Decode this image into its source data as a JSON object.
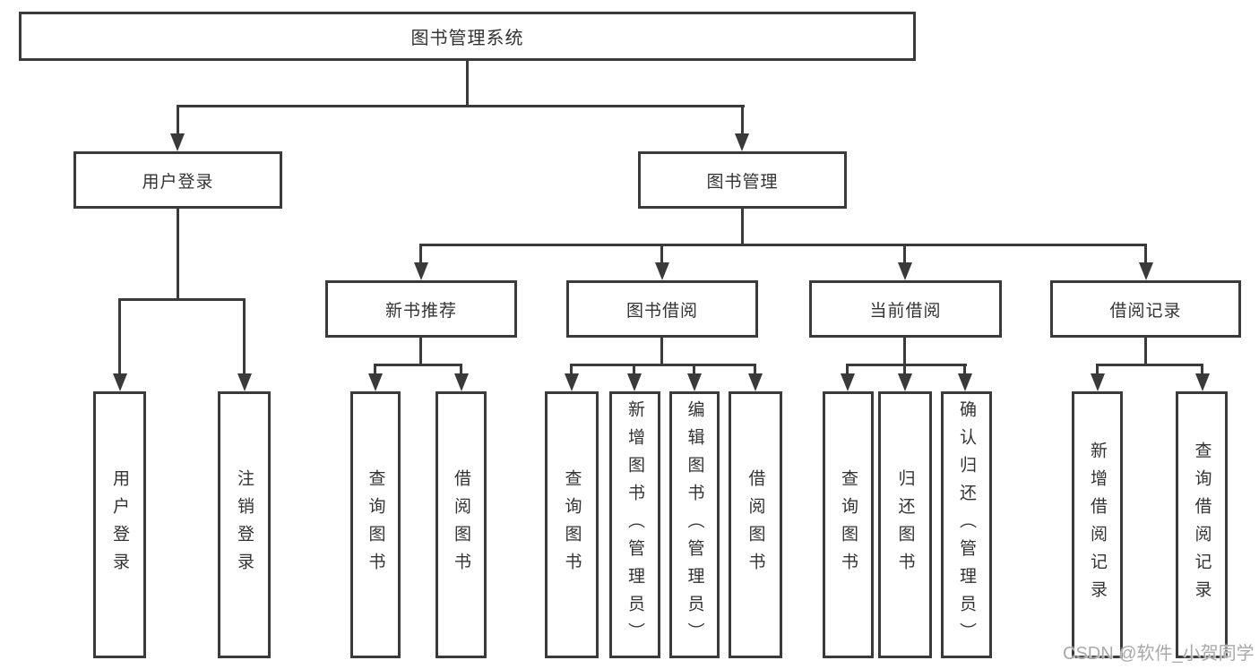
{
  "colors": {
    "line": "#3a3a3a",
    "text": "#333333",
    "watermark": "#a9a9a9",
    "background": "#ffffff"
  },
  "diagram": {
    "root": {
      "label": "图书管理系统"
    },
    "level2": [
      {
        "id": "user-login",
        "label": "用户登录"
      },
      {
        "id": "book-management",
        "label": "图书管理"
      }
    ],
    "level3": [
      {
        "id": "new-book-recommend",
        "label": "新书推荐"
      },
      {
        "id": "book-borrow",
        "label": "图书借阅"
      },
      {
        "id": "current-borrow",
        "label": "当前借阅"
      },
      {
        "id": "borrow-records",
        "label": "借阅记录"
      }
    ],
    "leaves": {
      "user_login": [
        {
          "label": "用户登录"
        },
        {
          "label": "注销登录"
        }
      ],
      "new_book_recommend": [
        {
          "label": "查询图书"
        },
        {
          "label": "借阅图书"
        }
      ],
      "book_borrow": [
        {
          "label": "查询图书"
        },
        {
          "label": "新增图书（管理员）"
        },
        {
          "label": "编辑图书（管理员）"
        },
        {
          "label": "借阅图书"
        }
      ],
      "current_borrow": [
        {
          "label": "查询图书"
        },
        {
          "label": "归还图书"
        },
        {
          "label": "确认归还（管理员）"
        }
      ],
      "borrow_records": [
        {
          "label": "新增借阅记录"
        },
        {
          "label": "查询借阅记录"
        }
      ]
    }
  },
  "watermark": {
    "text": "CSDN @软件_小贺同学"
  }
}
